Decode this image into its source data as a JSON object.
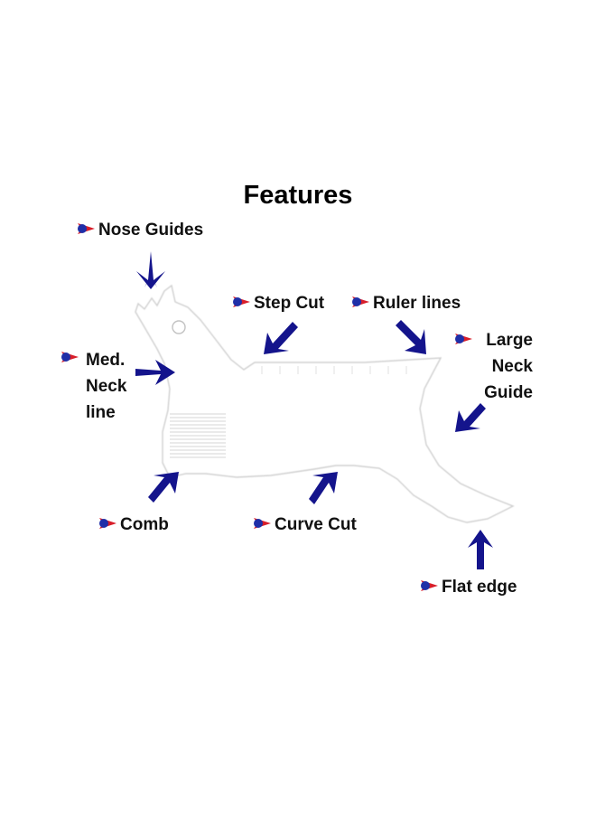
{
  "title": "Features",
  "labels": {
    "nose_guides": "Nose Guides",
    "step_cut": "Step Cut",
    "ruler_lines": "Ruler lines",
    "large_neck_guide": [
      "Large",
      "Neck",
      "Guide"
    ],
    "med_neck_line": [
      "Med.",
      "Neck",
      "line"
    ],
    "comb": "Comb",
    "curve_cut": "Curve Cut",
    "flat_edge": "Flat edge"
  },
  "colors": {
    "arrow": "#14148c",
    "bullet_arrow": "#d81e2a",
    "bullet_dot": "#1f2fa8",
    "tool_outline": "#cfcfcf",
    "tool_fill": "#ffffff",
    "text": "#111111"
  },
  "icons": {
    "bullet": "red-arrow-with-blue-dot-icon",
    "pointer": "navy-chevron-arrow-icon"
  }
}
